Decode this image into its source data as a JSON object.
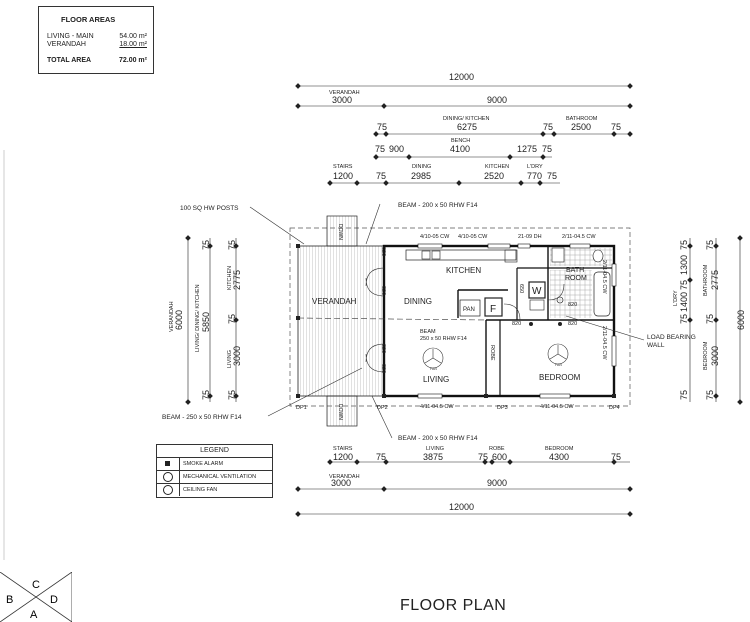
{
  "floor_areas": {
    "title": "FLOOR AREAS",
    "rows": [
      {
        "label": "LIVING - MAIN",
        "value": "54.00 m²"
      },
      {
        "label": "VERANDAH",
        "value": "18.00 m²"
      }
    ],
    "total_label": "TOTAL AREA",
    "total_value": "72.00 m²"
  },
  "legend": {
    "title": "LEGEND",
    "items": [
      "SMOKE ALARM",
      "MECHANICAL VENTILATION",
      "CEILING FAN"
    ]
  },
  "plan_title": "FLOOR PLAN",
  "compass": {
    "c": "C",
    "b": "B",
    "d": "D",
    "a": "A"
  },
  "dims_top": {
    "overall": "12000",
    "verandah_label": "VERANDAH",
    "verandah": "3000",
    "main": "9000",
    "dining_kitchen_label": "DINING/ KITCHEN",
    "dining_kitchen": "6275",
    "bathroom_label": "BATHROOM",
    "bathroom": "2500",
    "w75": "75",
    "bench_label": "BENCH",
    "bench": "4100",
    "d900": "900",
    "d1275": "1275",
    "stairs_label": "STAIRS",
    "stairs": "1200",
    "dining_label": "DINING",
    "dining": "2985",
    "kitchen_label": "KITCHEN",
    "kitchen": "2520",
    "ldry_label": "L'DRY",
    "ldry": "770"
  },
  "dims_bottom": {
    "stairs_label": "STAIRS",
    "stairs": "1200",
    "living_label": "LIVING",
    "living": "3875",
    "robe_label": "ROBE",
    "robe": "600",
    "bedroom_label": "BEDROOM",
    "bedroom": "4300",
    "w75": "75",
    "verandah_label": "VERANDAH",
    "verandah": "3000",
    "main": "9000",
    "overall": "12000"
  },
  "dims_left": {
    "verandah_label": "VERANDAH",
    "verandah": "6000",
    "ldk_label": "LIVING/ DINING/ KITCHEN",
    "ldk": "5850",
    "kitchen_label": "KITCHEN",
    "kitchen": "2775",
    "living_label": "LIVING",
    "living": "3000",
    "w75": "75"
  },
  "dims_right": {
    "overall": "6000",
    "bathroom_label": "BATHROOM",
    "bathroom": "2775",
    "bedroom_label": "BEDROOM",
    "bedroom": "3000",
    "ldry_label": "L'DRY",
    "ldry": "1400",
    "d1300": "1300",
    "w75": "75"
  },
  "rooms": {
    "kitchen": "KITCHEN",
    "dining": "DINING",
    "verandah": "VERANDAH",
    "bath": "BATH",
    "room": "ROOM",
    "living": "LIVING",
    "bedroom": "BEDROOM",
    "robe": "ROBE",
    "pan": "PAN",
    "fridge": "F",
    "washer": "W"
  },
  "windows": {
    "w1": "4/10-05 CW",
    "w2": "4/10-05 CW",
    "w3": "21-09 DH",
    "w4": "2/11-04.5 CW",
    "w5": "2/11-04.5 CW",
    "w6": "2/11-04.5 CW",
    "w7": "4/11-04.5 CW",
    "w8": "4/11-04.5 CW",
    "door820": "820",
    "door650": "650"
  },
  "posts": {
    "dp1": "DP1",
    "dp2": "DP2",
    "dp3": "DP3",
    "dp4": "DP4"
  },
  "annotations": {
    "hw_posts": "100 SQ HW POSTS",
    "beam_top": "BEAM - 200 x 50 RHW F14",
    "beam_bottom_left": "BEAM - 250 x 50 RHW F14",
    "beam_bottom": "BEAM - 200 x 50 RHW F14",
    "beam_inner_1": "BEAM",
    "beam_inner_2": "250 x 50 RHW F14",
    "load_bearing_1": "LOAD BEARING",
    "load_bearing_2": "WALL",
    "down": "DOWN",
    "fan": "FAN"
  }
}
